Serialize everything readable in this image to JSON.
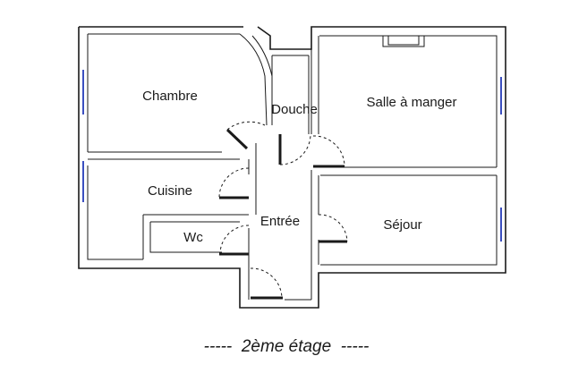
{
  "rooms": {
    "chambre": "Chambre",
    "douche": "Douche",
    "salle_a_manger": "Salle à manger",
    "cuisine": "Cuisine",
    "wc": "Wc",
    "entree": "Entrée",
    "sejour": "Séjour"
  },
  "caption": "-----  2ème étage  -----",
  "colors": {
    "walls": "#1a1a1a",
    "windows": "#3b4fc0",
    "background": "#ffffff"
  }
}
